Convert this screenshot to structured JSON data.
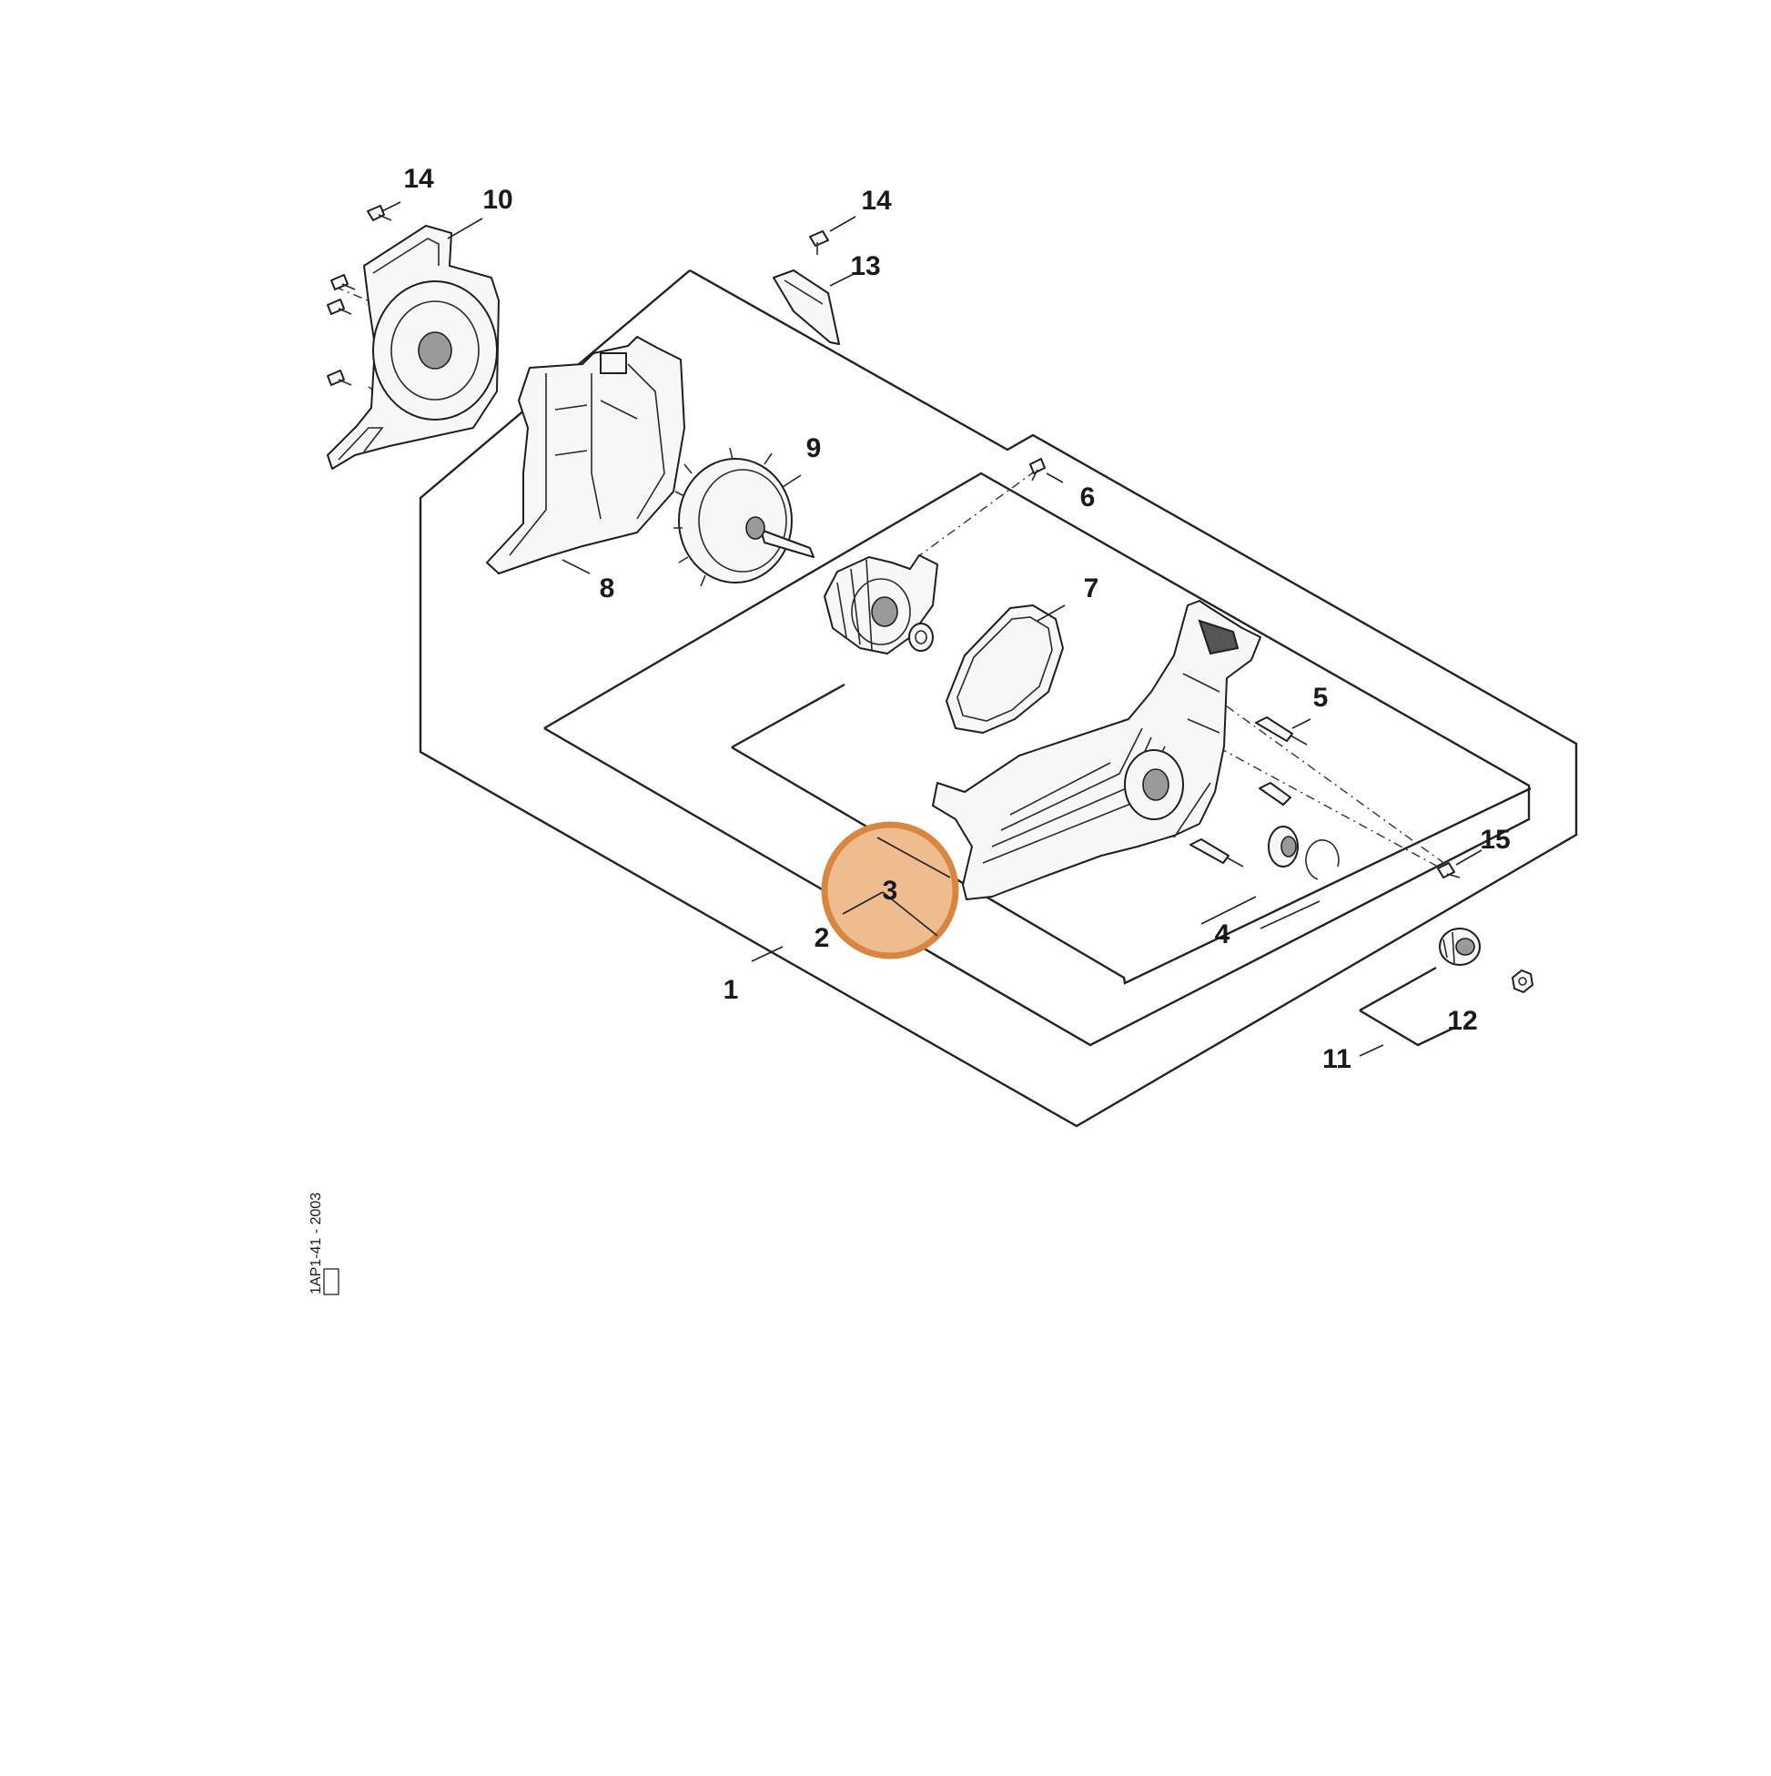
{
  "diagram": {
    "callouts": {
      "n1": "1",
      "n2": "2",
      "n3": "3",
      "n4": "4",
      "n5": "5",
      "n6": "6",
      "n7": "7",
      "n8": "8",
      "n9": "9",
      "n10": "10",
      "n11": "11",
      "n12": "12",
      "n13": "13",
      "n14a": "14",
      "n14b": "14",
      "n15": "15"
    },
    "highlight": {
      "callout": "3",
      "color": "#d9863f"
    },
    "drawing_code": {
      "text": "1AP1-41 - 2003",
      "lettering_faint": true
    },
    "colors": {
      "line": "#222222",
      "background": "#ffffff",
      "highlight_fill": "#eebc8f",
      "highlight_stroke": "#d9863f"
    }
  }
}
